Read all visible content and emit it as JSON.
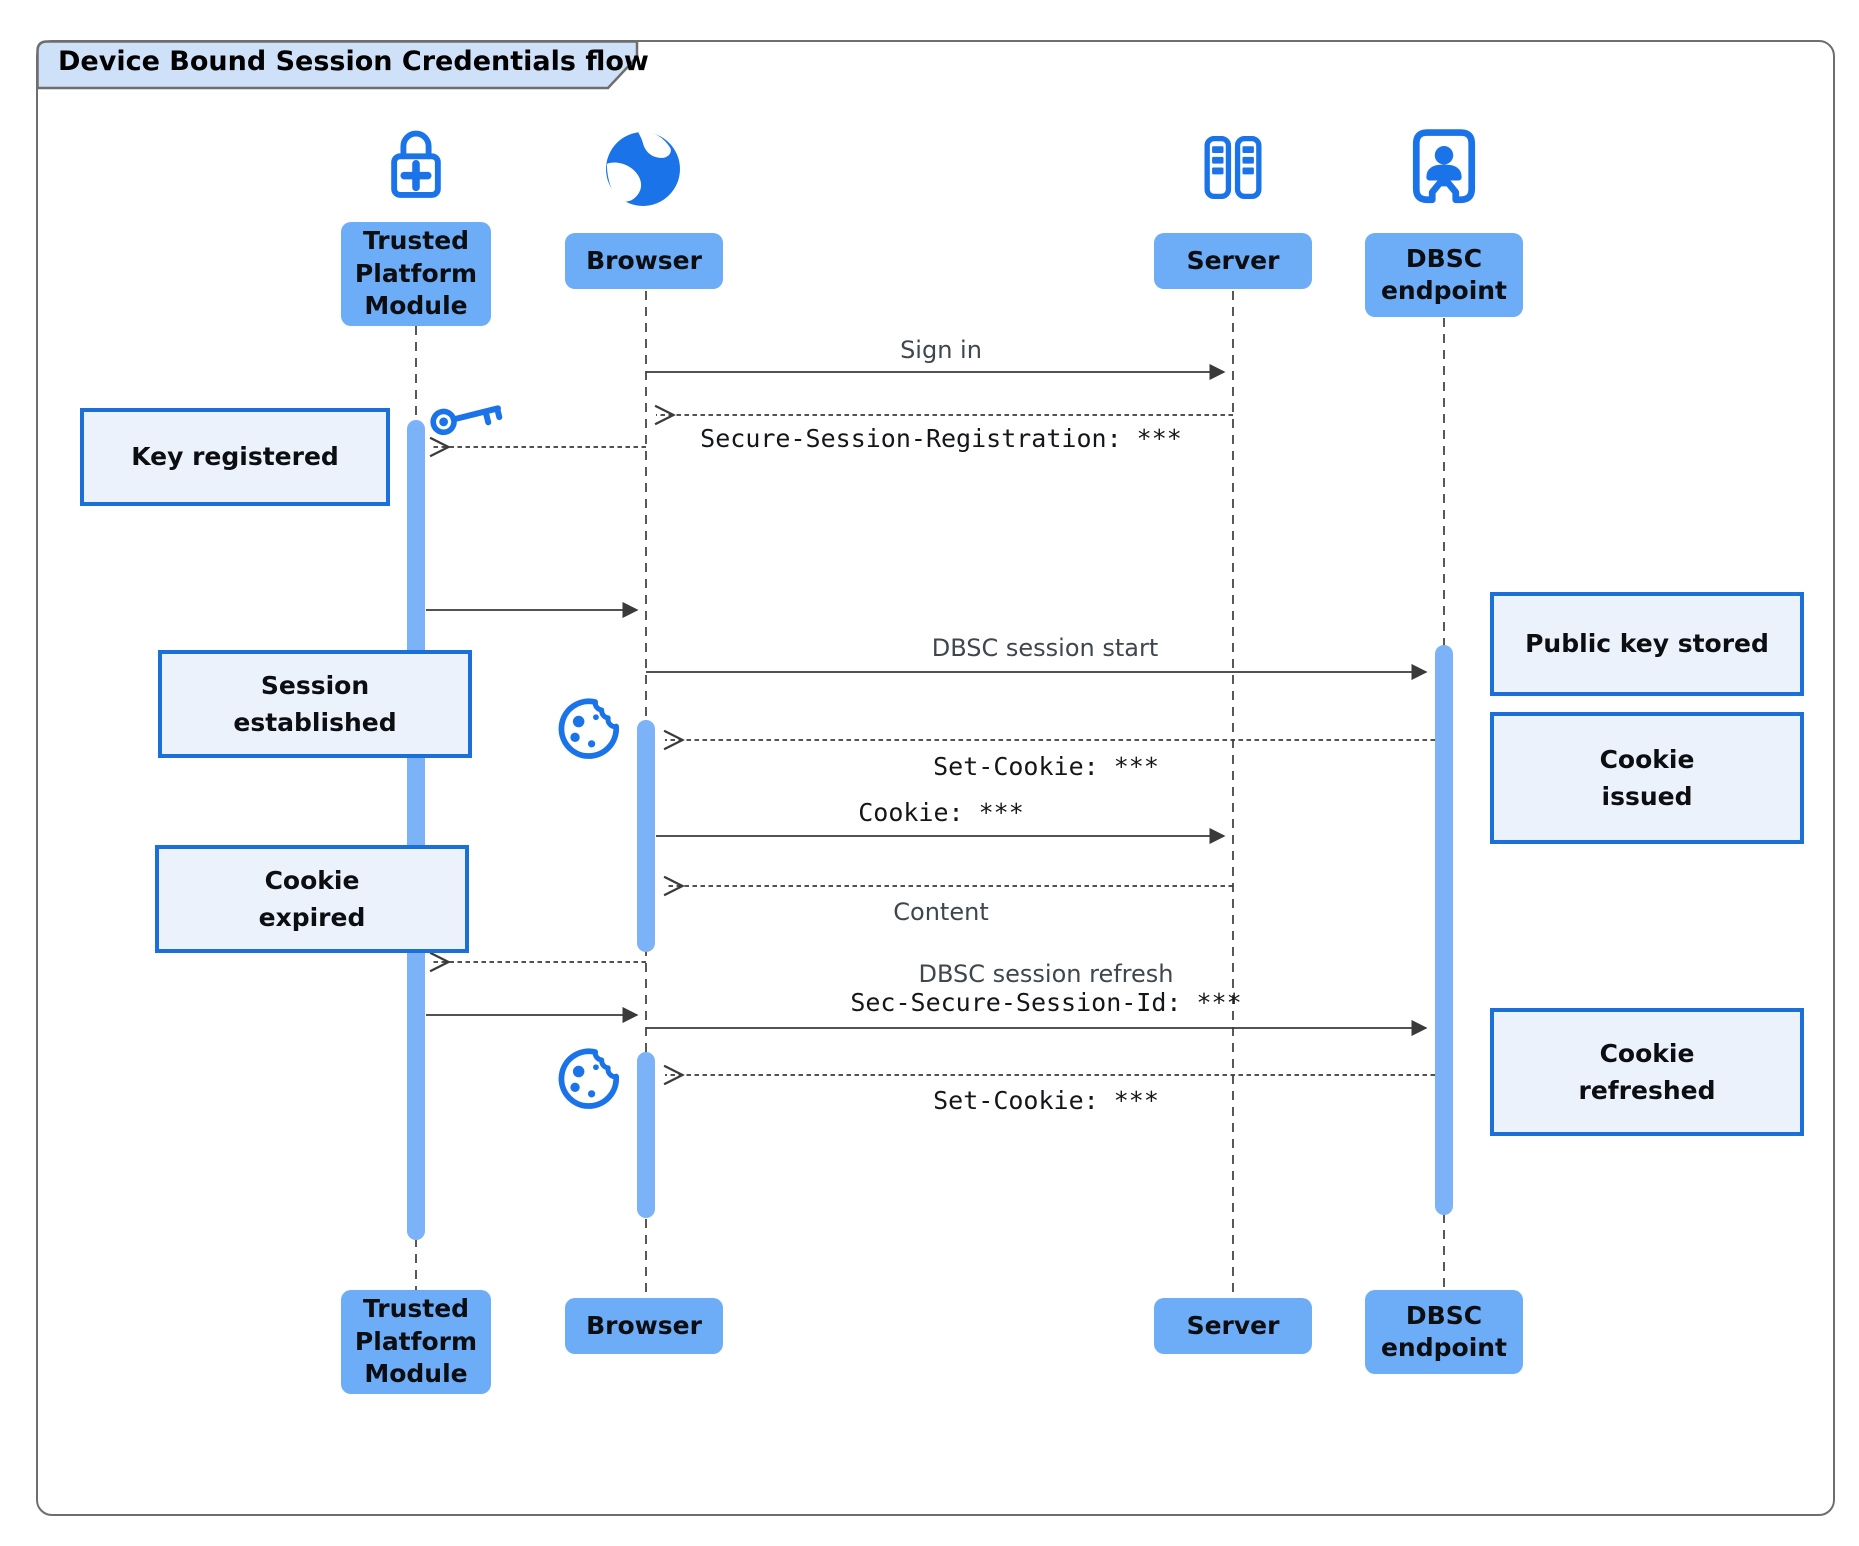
{
  "title": "Device Bound Session Credentials flow",
  "colors": {
    "actor_fill": "#6dacf7",
    "icon_blue": "#1a73e8",
    "note_fill": "#ebf2fc",
    "note_border": "#1a70d8",
    "activation_fill": "#7cb2f7",
    "title_fill": "#cfe1f9",
    "border_gray": "#6e6e6e",
    "arrow_color": "#3a3a3a",
    "lifeline_color": "#2f2f2f"
  },
  "actors": {
    "tpm": {
      "label": "Trusted\nPlatform\nModule",
      "icon": "lock-plus-icon"
    },
    "browser": {
      "label": "Browser",
      "icon": "globe-icon"
    },
    "server": {
      "label": "Server",
      "icon": "server-racks-icon"
    },
    "dbsc": {
      "label": "DBSC\nendpoint",
      "icon": "person-badge-icon"
    }
  },
  "messages": {
    "sign_in": "Sign in",
    "registration": "Secure-Session-Registration: ***",
    "session_start": "DBSC session start",
    "set_cookie_1": "Set-Cookie: ***",
    "cookie": "Cookie: ***",
    "content": "Content",
    "refresh_line_1": "DBSC session refresh",
    "refresh_line_2": "Sec-Secure-Session-Id: ***",
    "set_cookie_2": "Set-Cookie: ***"
  },
  "notes": {
    "key_registered": "Key registered",
    "session_established": "Session\nestablished",
    "cookie_expired": "Cookie\nexpired",
    "public_key_stored": "Public key stored",
    "cookie_issued": "Cookie\nissued",
    "cookie_refreshed": "Cookie\nrefreshed"
  }
}
